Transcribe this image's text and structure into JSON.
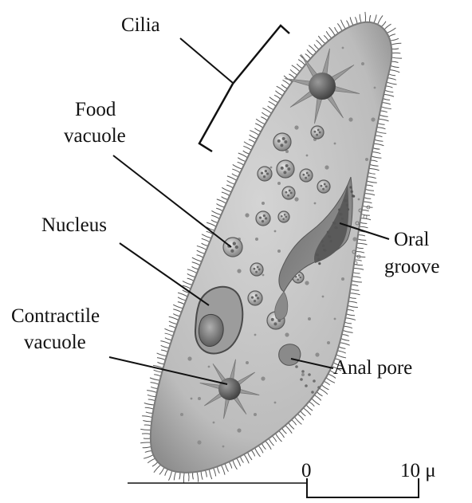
{
  "labels": {
    "cilia": "Cilia",
    "food_vacuole": [
      "Food",
      "vacuole"
    ],
    "nucleus": "Nucleus",
    "contractile_vacuole": [
      "Contractile",
      "vacuole"
    ],
    "oral_groove": [
      "Oral",
      "groove"
    ],
    "anal_pore": "Anal pore"
  },
  "scale_bar": {
    "start": "0",
    "end": "10 μ"
  },
  "colors": {
    "ink": "#111111",
    "body_fill": "#b9b9b9",
    "body_light": "#d6d6d6",
    "organelle": "#7a7a7a",
    "dark": "#4a4a4a"
  }
}
